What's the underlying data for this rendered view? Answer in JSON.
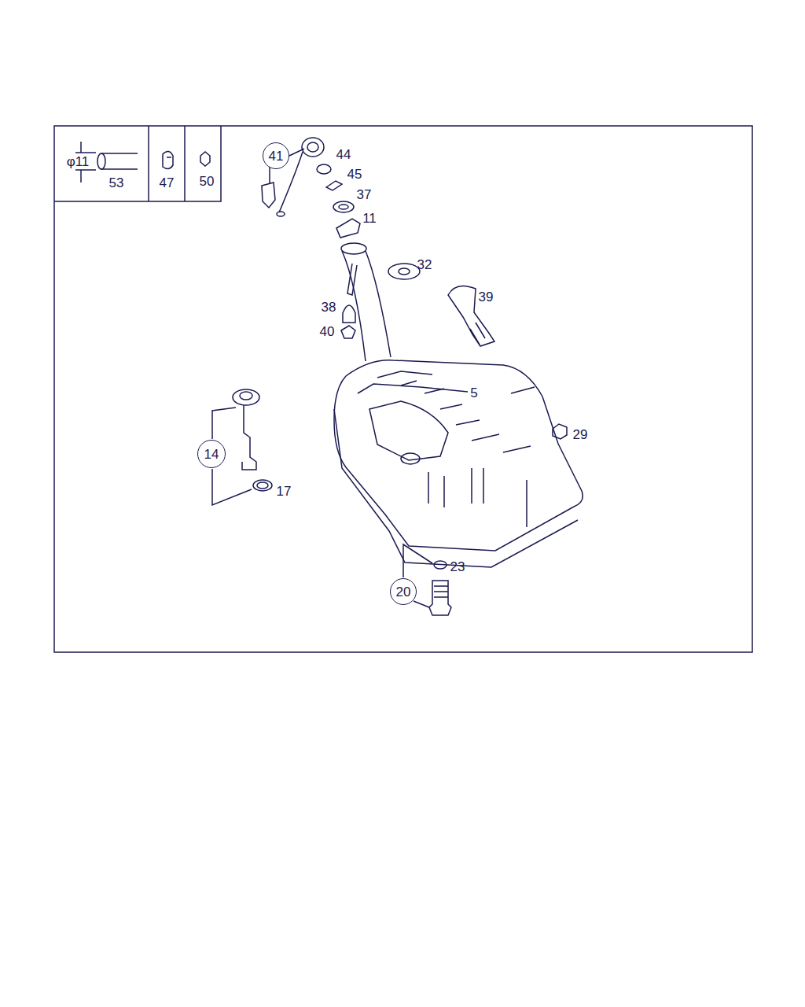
{
  "diagram": {
    "nodes": [
      {
        "text": [
          "41"
        ]
      },
      {
        "text": [
          "14"
        ]
      },
      {
        "text": [
          "20"
        ]
      }
    ],
    "labels": [
      "φ11",
      "53",
      "47",
      "50",
      "44",
      "45",
      "37",
      "11",
      "32",
      "39",
      "38",
      "40",
      "5",
      "29",
      "17",
      "23"
    ]
  }
}
